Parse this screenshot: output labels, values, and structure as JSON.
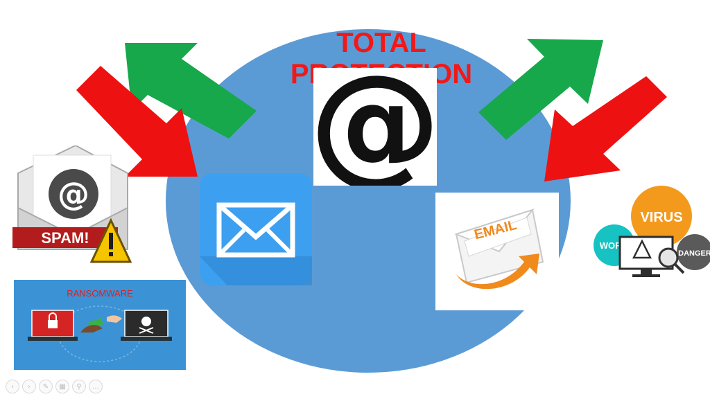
{
  "slide": {
    "title": "TOTAL PROTECTION"
  },
  "colors": {
    "circle": "#5b9bd5",
    "title": "#f21818",
    "arrow_green": "#16a84b",
    "arrow_red": "#ee1111",
    "envelope_blue": "#3d9ff0",
    "email_orange": "#f08a1c",
    "ransom_bg": "#3b93d6"
  },
  "icons": {
    "at": {
      "glyph": "@"
    },
    "mail_app": {
      "name": "envelope-icon"
    },
    "email_send": {
      "label": "EMAIL"
    },
    "spam": {
      "label": "SPAM!",
      "glyph": "@"
    },
    "ransomware": {
      "label": "RANSOMWARE"
    },
    "threats": {
      "virus": "VIRUS",
      "worm": "WORM",
      "danger": "DANGER"
    }
  },
  "toolbar": {
    "buttons": [
      {
        "name": "previous-slide-button",
        "glyph": "‹"
      },
      {
        "name": "next-slide-button",
        "glyph": "›"
      },
      {
        "name": "pen-tool-button",
        "glyph": "✎"
      },
      {
        "name": "see-all-slides-button",
        "glyph": "▦"
      },
      {
        "name": "zoom-button",
        "glyph": "⚲"
      },
      {
        "name": "more-options-button",
        "glyph": "…"
      }
    ]
  }
}
